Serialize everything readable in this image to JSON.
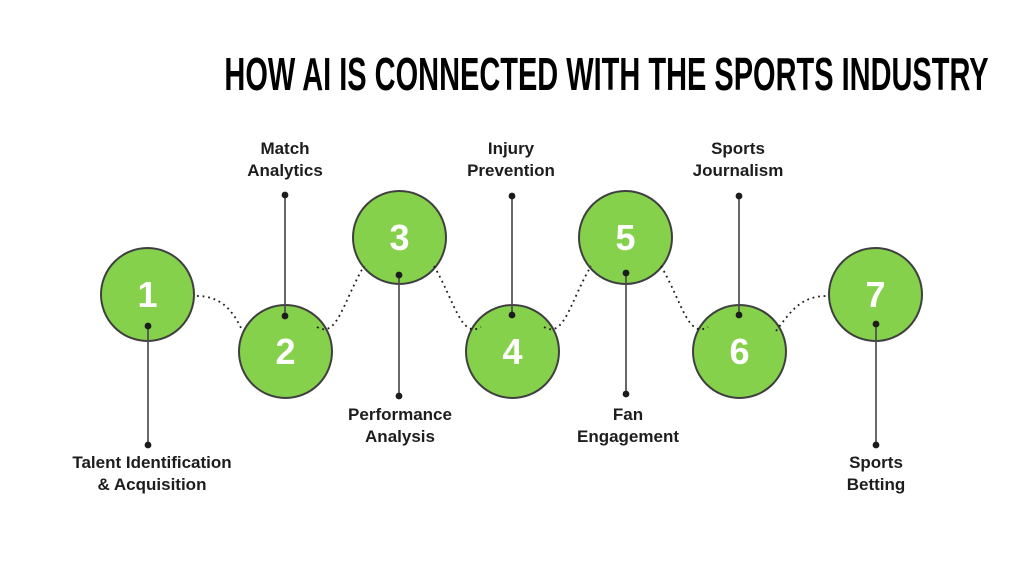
{
  "title": "HOW AI IS CONNECTED WITH THE SPORTS INDUSTRY",
  "colors": {
    "background": "#ffffff",
    "circle_fill": "#85d14c",
    "circle_border": "#3f3f3f",
    "number_color": "#ffffff",
    "line_color": "#4d4d4d",
    "dot_color": "#1c1c1c",
    "label_color": "#1d1d1d",
    "title_color": "#000000"
  },
  "steps": [
    {
      "number": "1",
      "label": "Talent Identification\n& Acquisition",
      "label_position": "below"
    },
    {
      "number": "2",
      "label": "Match\nAnalytics",
      "label_position": "above"
    },
    {
      "number": "3",
      "label": "Performance\nAnalysis",
      "label_position": "below"
    },
    {
      "number": "4",
      "label": "Injury\nPrevention",
      "label_position": "above"
    },
    {
      "number": "5",
      "label": "Fan\nEngagement",
      "label_position": "below"
    },
    {
      "number": "6",
      "label": "Sports\nJournalism",
      "label_position": "above"
    },
    {
      "number": "7",
      "label": "Sports\nBetting",
      "label_position": "below"
    }
  ]
}
